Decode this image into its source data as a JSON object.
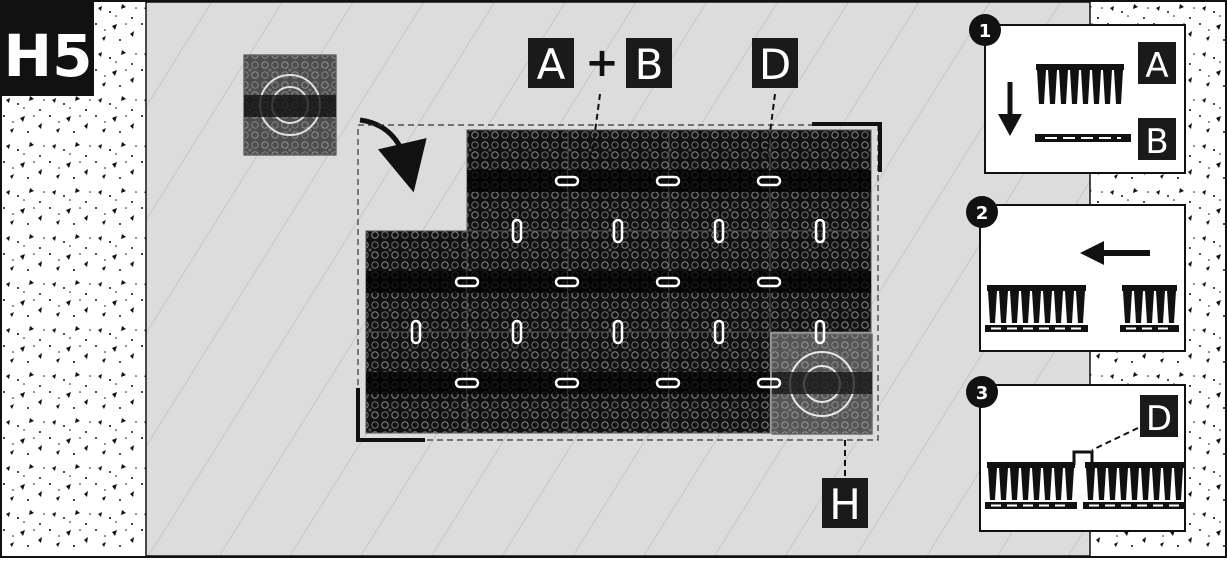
{
  "title_code": "H5",
  "main_labels": {
    "a": "A",
    "plus": "+",
    "b": "B",
    "d": "D",
    "h": "H"
  },
  "steps": [
    {
      "number": "1",
      "labels": [
        "A",
        "B"
      ]
    },
    {
      "number": "2",
      "labels": []
    },
    {
      "number": "3",
      "labels": [
        "D"
      ]
    }
  ],
  "colors": {
    "ink": "#111111",
    "wall_bg": "#ffffff",
    "floor_bg": "#dcdcdc",
    "label_box": "#1a1a1a",
    "label_text": "#ffffff",
    "connector": "#ffffff"
  },
  "icons": [
    "rotate-arrow-icon",
    "down-arrow-icon",
    "left-arrow-icon"
  ]
}
